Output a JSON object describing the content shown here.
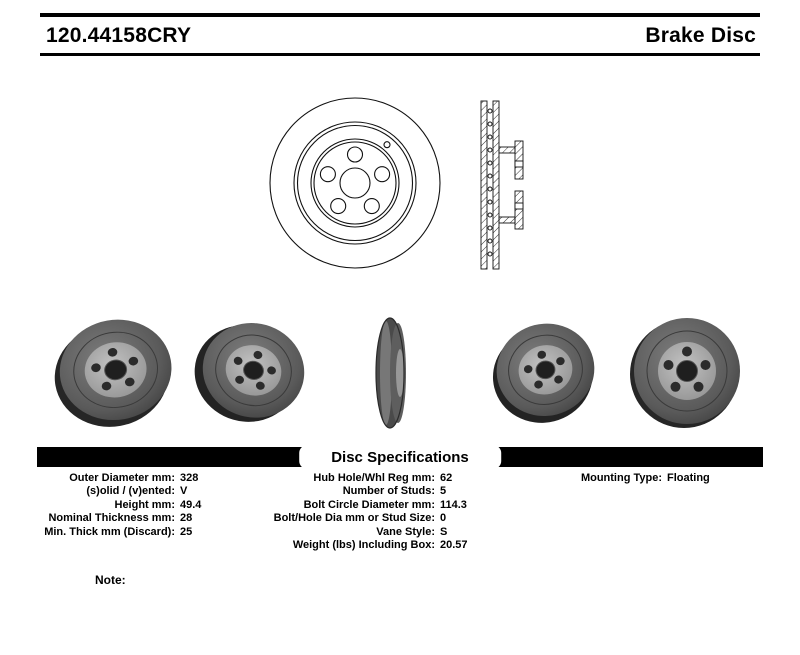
{
  "header": {
    "part_number": "120.44158CRY",
    "product_type": "Brake Disc"
  },
  "colors": {
    "background": "#ffffff",
    "text": "#000000",
    "band": "#000000"
  },
  "specs": {
    "title": "Disc Specifications",
    "left": [
      {
        "label": "Outer Diameter mm:",
        "value": "328"
      },
      {
        "label": "(s)olid / (v)ented:",
        "value": "V"
      },
      {
        "label": "Height mm:",
        "value": "49.4"
      },
      {
        "label": "Nominal Thickness mm:",
        "value": "28"
      },
      {
        "label": "Min. Thick mm (Discard):",
        "value": "25"
      }
    ],
    "middle": [
      {
        "label": "Hub Hole/Whl Reg mm:",
        "value": "62"
      },
      {
        "label": "Number of Studs:",
        "value": "5"
      },
      {
        "label": "Bolt Circle Diameter mm:",
        "value": "114.3"
      },
      {
        "label": "Bolt/Hole Dia mm or Stud Size:",
        "value": "0"
      },
      {
        "label": "Vane Style:",
        "value": "S"
      },
      {
        "label": "Weight (lbs) Including Box:",
        "value": "20.57"
      }
    ],
    "right": [
      {
        "label": "Mounting Type:",
        "value": "Floating"
      }
    ]
  },
  "note_label": "Note:"
}
